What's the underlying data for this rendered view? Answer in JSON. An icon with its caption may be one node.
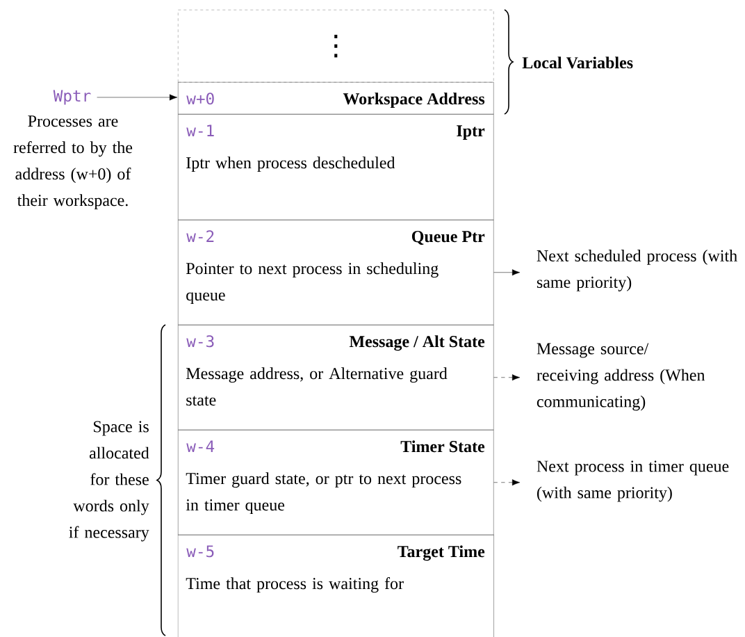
{
  "diagram": {
    "nodes": [
      {
        "text": [
          "⋮"
        ]
      },
      {
        "text": [
          "w+0",
          "Workspace Address"
        ]
      },
      {
        "text": [
          "w-1",
          "Iptr",
          "Iptr when process descheduled"
        ]
      },
      {
        "text": [
          "w-2",
          "Queue Ptr",
          "Pointer to next process in scheduling queue"
        ]
      },
      {
        "text": [
          "w-3",
          "Message / Alt State",
          "Message address, or Alternative guard state"
        ]
      },
      {
        "text": [
          "w-4",
          "Timer State",
          "Timer guard state, or ptr to next process in timer queue"
        ]
      },
      {
        "text": [
          "w-5",
          "Target Time",
          "Time that process is waiting for"
        ]
      },
      {
        "text": [
          "Wptr"
        ]
      },
      {
        "text": [
          "Next scheduled process (with same priority)"
        ]
      },
      {
        "text": [
          "Message source/ receiving address (When communicating)"
        ]
      },
      {
        "text": [
          "Next process in timer queue (with same priority)"
        ]
      }
    ],
    "edges": [
      {
        "from": 7,
        "to": 1,
        "arrow": "to"
      },
      {
        "from": 3,
        "to": 8,
        "arrow": "to"
      },
      {
        "from": 4,
        "to": 9,
        "arrow": "to",
        "style": "dashed"
      },
      {
        "from": 5,
        "to": 10,
        "arrow": "to",
        "style": "dashed"
      }
    ],
    "labels": [
      "Local Variables",
      "Processes are referred to by the address (w+0) of their workspace.",
      "Space is allocated for these words only if necessary"
    ]
  }
}
